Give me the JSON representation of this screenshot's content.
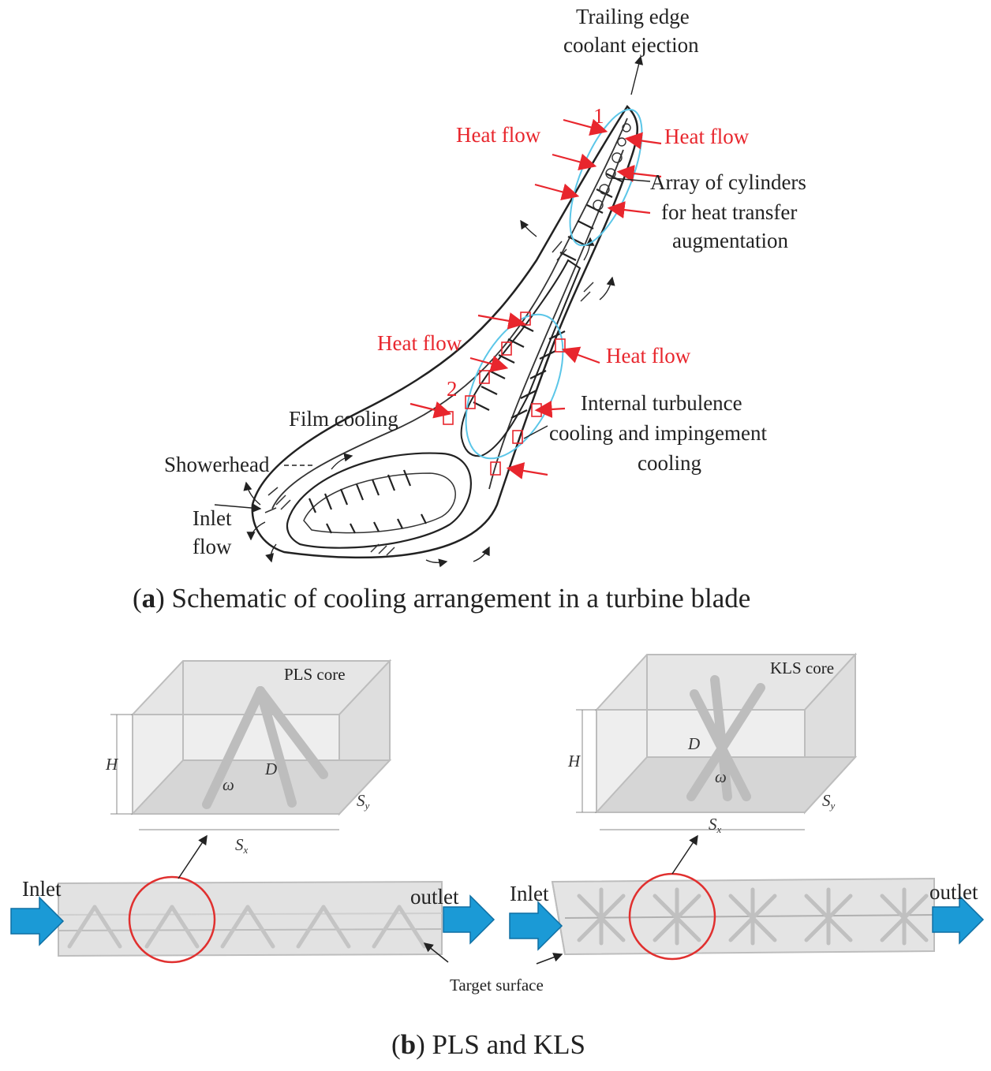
{
  "panel_a": {
    "labels": {
      "trailing_line1": "Trailing edge",
      "trailing_line2": "coolant ejection",
      "heat_flow": "Heat flow",
      "zone1": "1",
      "zone2": "2",
      "array_line1": "Array of cylinders",
      "array_line2": "for heat transfer",
      "array_line3": "augmentation",
      "film": "Film cooling",
      "showerhead": "Showerhead",
      "inlet_line1": "Inlet",
      "inlet_line2": "flow",
      "internal_line1": "Internal turbulence",
      "internal_line2": "cooling and impingement",
      "internal_line3": "cooling"
    },
    "caption_letter": "a",
    "caption_text": ") Schematic of cooling arrangement in a turbine blade"
  },
  "panel_b": {
    "pls_core": "PLS core",
    "kls_core": "KLS core",
    "dim_h": "H",
    "dim_d": "D",
    "dim_omega": "ω",
    "dim_sx": "S",
    "dim_sx_sub": "x",
    "dim_sy": "S",
    "dim_sy_sub": "y",
    "inlet": "Inlet",
    "outlet": "outlet",
    "target_surface": "Target surface",
    "caption_letter": "b",
    "caption_text": ") PLS and KLS"
  },
  "colors": {
    "heat_red": "#e8262d",
    "zone_circle": "#5bc6e8",
    "flow_arrow": "#1b9ad6",
    "highlight_circle": "#e0302f",
    "channel_fill": "#d9d9d9"
  }
}
